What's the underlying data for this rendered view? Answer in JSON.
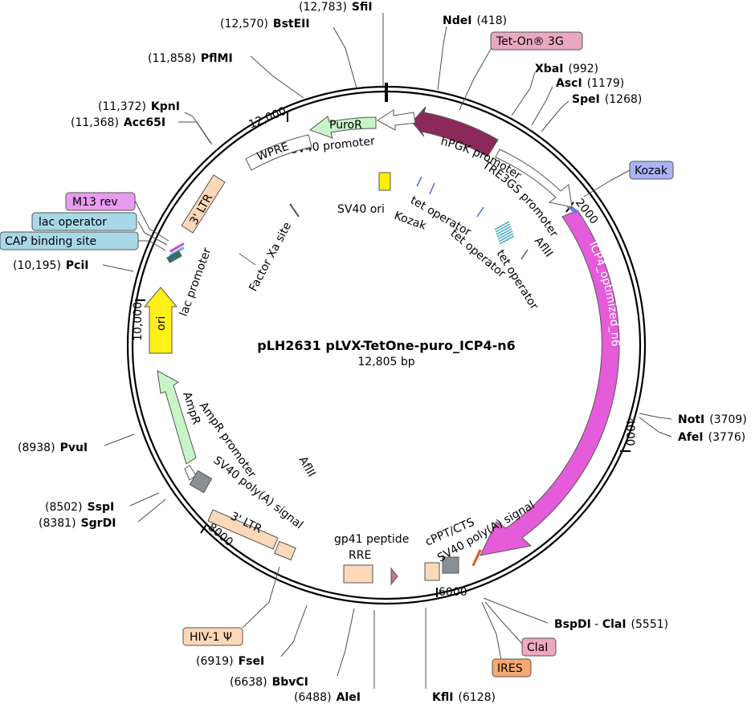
{
  "map": {
    "name": "pLH2631 pLVX-TetOne-puro_ICP4-n6",
    "length_label": "12,805 bp",
    "length_bp": 12805
  },
  "ticks": [
    {
      "label": "2000",
      "bp": 2000
    },
    {
      "label": "4000",
      "bp": 4000
    },
    {
      "label": "6000",
      "bp": 6000
    },
    {
      "label": "8000",
      "bp": 8000
    },
    {
      "label": "10,000",
      "bp": 10000
    },
    {
      "label": "12,000",
      "bp": 12000
    }
  ],
  "sites": [
    {
      "id": "sfii",
      "name": "SfiI",
      "position": "(12,783)",
      "bp": 12783
    },
    {
      "id": "bsteii",
      "name": "BstEII",
      "position": "(12,570)",
      "bp": 12570
    },
    {
      "id": "ndei",
      "name": "NdeI",
      "position": "(418)",
      "bp": 418
    },
    {
      "id": "pflmi",
      "name": "PflMI",
      "position": "(11,858)",
      "bp": 11858
    },
    {
      "id": "xbai",
      "name": "XbaI",
      "position": "(992)",
      "bp": 992
    },
    {
      "id": "asci",
      "name": "AscI",
      "position": "(1179)",
      "bp": 1179
    },
    {
      "id": "spei",
      "name": "SpeI",
      "position": "(1268)",
      "bp": 1268
    },
    {
      "id": "kpni",
      "name": "KpnI",
      "position": "(11,372)",
      "bp": 11372
    },
    {
      "id": "acc65i",
      "name": "Acc65I",
      "position": "(11,368)",
      "bp": 11368
    },
    {
      "id": "pcii",
      "name": "PciI",
      "position": "(10,195)",
      "bp": 10195
    },
    {
      "id": "noti",
      "name": "NotI",
      "position": "(3709)",
      "bp": 3709
    },
    {
      "id": "afei",
      "name": "AfeI",
      "position": "(3776)",
      "bp": 3776
    },
    {
      "id": "pvui",
      "name": "PvuI",
      "position": "(8938)",
      "bp": 8938
    },
    {
      "id": "sspi",
      "name": "SspI",
      "position": "(8502)",
      "bp": 8502
    },
    {
      "id": "sgrdi",
      "name": "SgrDI",
      "position": "(8381)",
      "bp": 8381
    },
    {
      "id": "bspdi-clai",
      "name": "BspDI",
      "name2": "ClaI",
      "position": "(5551)",
      "bp": 5551
    },
    {
      "id": "fsei",
      "name": "FseI",
      "position": "(6919)",
      "bp": 6919
    },
    {
      "id": "bbvci",
      "name": "BbvCI",
      "position": "(6638)",
      "bp": 6638
    },
    {
      "id": "alei",
      "name": "AleI",
      "position": "(6488)",
      "bp": 6488
    },
    {
      "id": "kfli",
      "name": "KflI",
      "position": "(6128)",
      "bp": 6128
    }
  ],
  "tags": [
    {
      "id": "tet-on-3g",
      "text": "Tet-On® 3G",
      "fill": "#e8a8c0"
    },
    {
      "id": "kozak",
      "text": "Kozak",
      "fill": "#aab4f5"
    },
    {
      "id": "m13-rev",
      "text": "M13 rev",
      "fill": "#e89cf0"
    },
    {
      "id": "lac-operator",
      "text": "lac operator",
      "fill": "#a8d8e8"
    },
    {
      "id": "cap-binding-site",
      "text": "CAP binding site",
      "fill": "#a8d8e8"
    },
    {
      "id": "hiv1-psi",
      "text": "HIV-1 Ψ",
      "fill": "#fbd8b8"
    },
    {
      "id": "clai-tag",
      "text": "ClaI",
      "fill": "#f0a8c0"
    },
    {
      "id": "ires",
      "text": "IRES",
      "fill": "#f5a870"
    }
  ],
  "features": {
    "icp4": "ICP4_optimized_n6",
    "hpgk": "hPGK promoter",
    "puror": "PuroR",
    "sv40_promoter": "SV40 promoter",
    "wpre": "WPRE",
    "ltr3_top": "3' LTR",
    "lac_promoter": "lac promoter",
    "ori": "ori",
    "ampr": "AmpR",
    "ampr_promoter": "AmpR promoter",
    "sv40_polya_left": "SV40 poly(A) signal",
    "ltr3_bottom": "3' LTR",
    "gp41": "gp41 peptide",
    "rre": "RRE",
    "cppt": "cPPT/CTS",
    "sv40_polya_right": "SV40 poly(A) signal",
    "tre3gs": "TRE3GS promoter",
    "aflii_top": "AflII",
    "aflii_bottom": "AflII",
    "sv40_ori": "SV40 ori",
    "kozak_inner": "Kozak",
    "tet_op_1": "tet operator",
    "tet_op_2": "tet operator",
    "tet_op_3": "tet operator",
    "factor_xa": "Factor Xa site"
  }
}
